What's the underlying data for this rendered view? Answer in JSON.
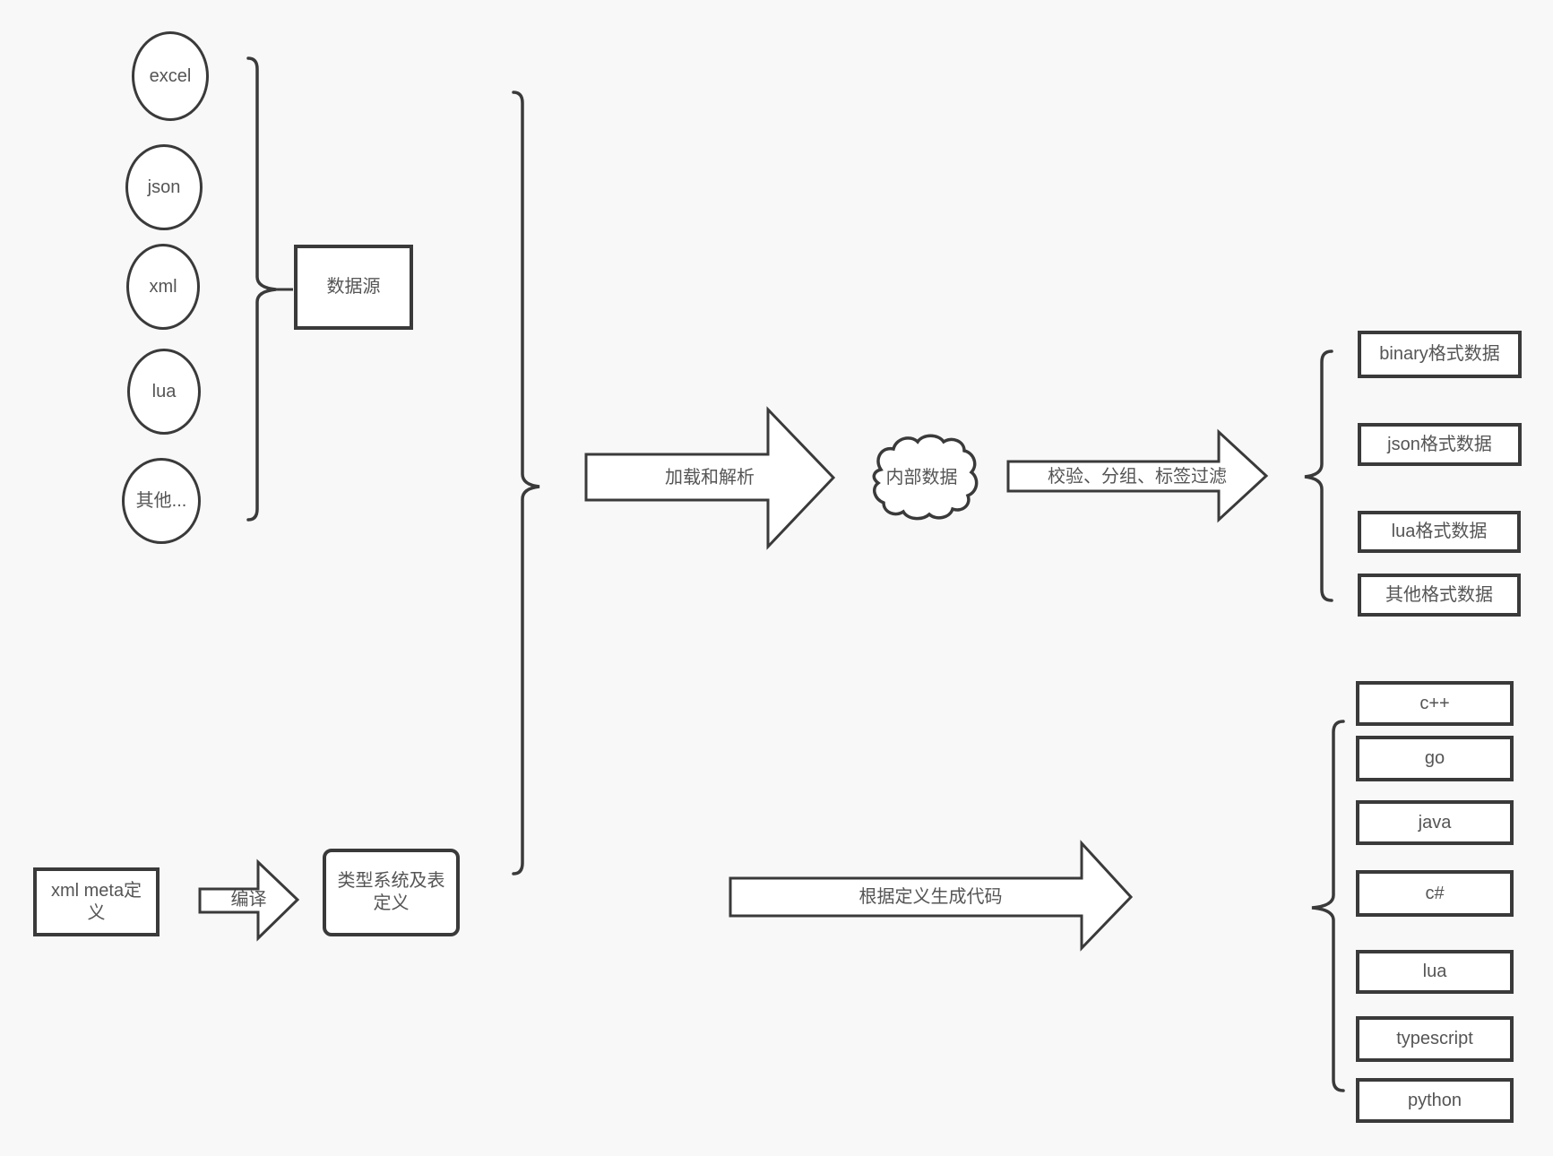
{
  "sources": {
    "items": [
      "excel",
      "json",
      "xml",
      "lua",
      "其他..."
    ],
    "group_label": "数据源"
  },
  "flow": {
    "load_parse_label": "加载和解析",
    "internal_data_label": "内部数据",
    "filter_label": "校验、分组、标签过滤",
    "compile_label": "编译",
    "generate_label": "根据定义生成代码"
  },
  "definitions": {
    "meta_label": "xml meta定义",
    "type_system_label": "类型系统及表定义"
  },
  "output_formats": [
    "binary格式数据",
    "json格式数据",
    "lua格式数据",
    "其他格式数据"
  ],
  "languages": [
    "c++",
    "go",
    "java",
    "c#",
    "lua",
    "typescript",
    "python"
  ],
  "colors": {
    "background": "#f8f8f8",
    "stroke": "#3a3a3a",
    "shape_fill": "#ffffff",
    "text": "#555555"
  }
}
